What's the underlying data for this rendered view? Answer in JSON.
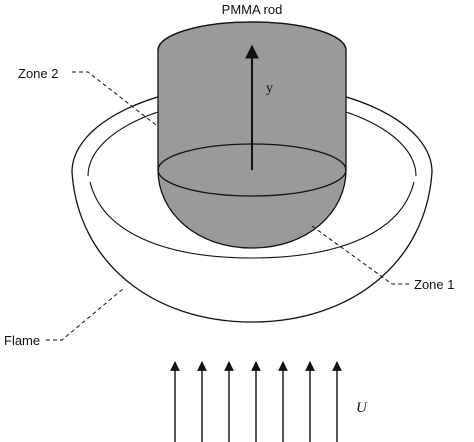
{
  "labels": {
    "rod": "PMMA rod",
    "zone2": "Zone 2",
    "zone1": "Zone 1",
    "flame": "Flame",
    "axis": "y",
    "flow": "U"
  },
  "colors": {
    "rod_fill": "#9a9a9a",
    "stroke": "#111111",
    "background": "#ffffff"
  },
  "flow_arrow_count": 7
}
